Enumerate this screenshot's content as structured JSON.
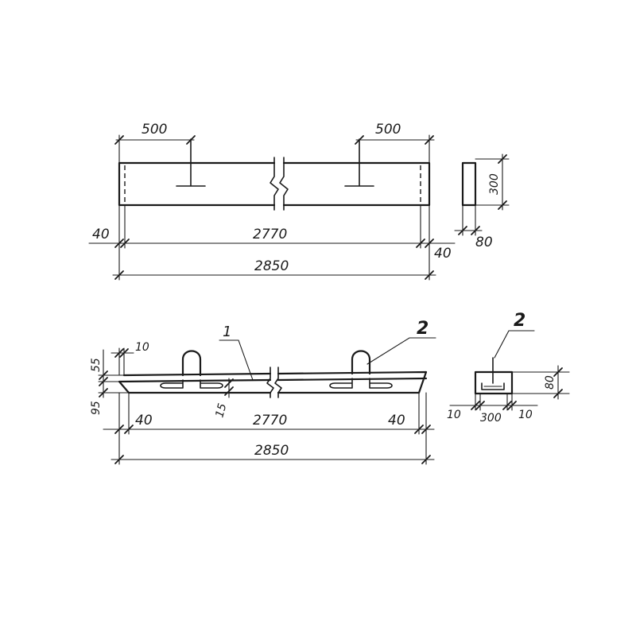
{
  "plan_view": {
    "dim_top_left": "500",
    "dim_top_right": "500",
    "dim_left_end": "40",
    "dim_inner": "2770",
    "dim_right_end": "40",
    "dim_overall": "2850"
  },
  "end_view_top": {
    "dim_height": "300",
    "dim_width": "80"
  },
  "side_view": {
    "dim_55": "55",
    "dim_10": "10",
    "dim_95": "95",
    "dim_15": "15",
    "dim_left_end": "40",
    "dim_inner": "2770",
    "dim_right_end": "40",
    "dim_overall": "2850",
    "callout_1": "1",
    "callout_2": "2"
  },
  "section_view": {
    "callout_2": "2",
    "dim_80": "80",
    "dim_left": "10",
    "dim_width": "300",
    "dim_right": "10"
  }
}
